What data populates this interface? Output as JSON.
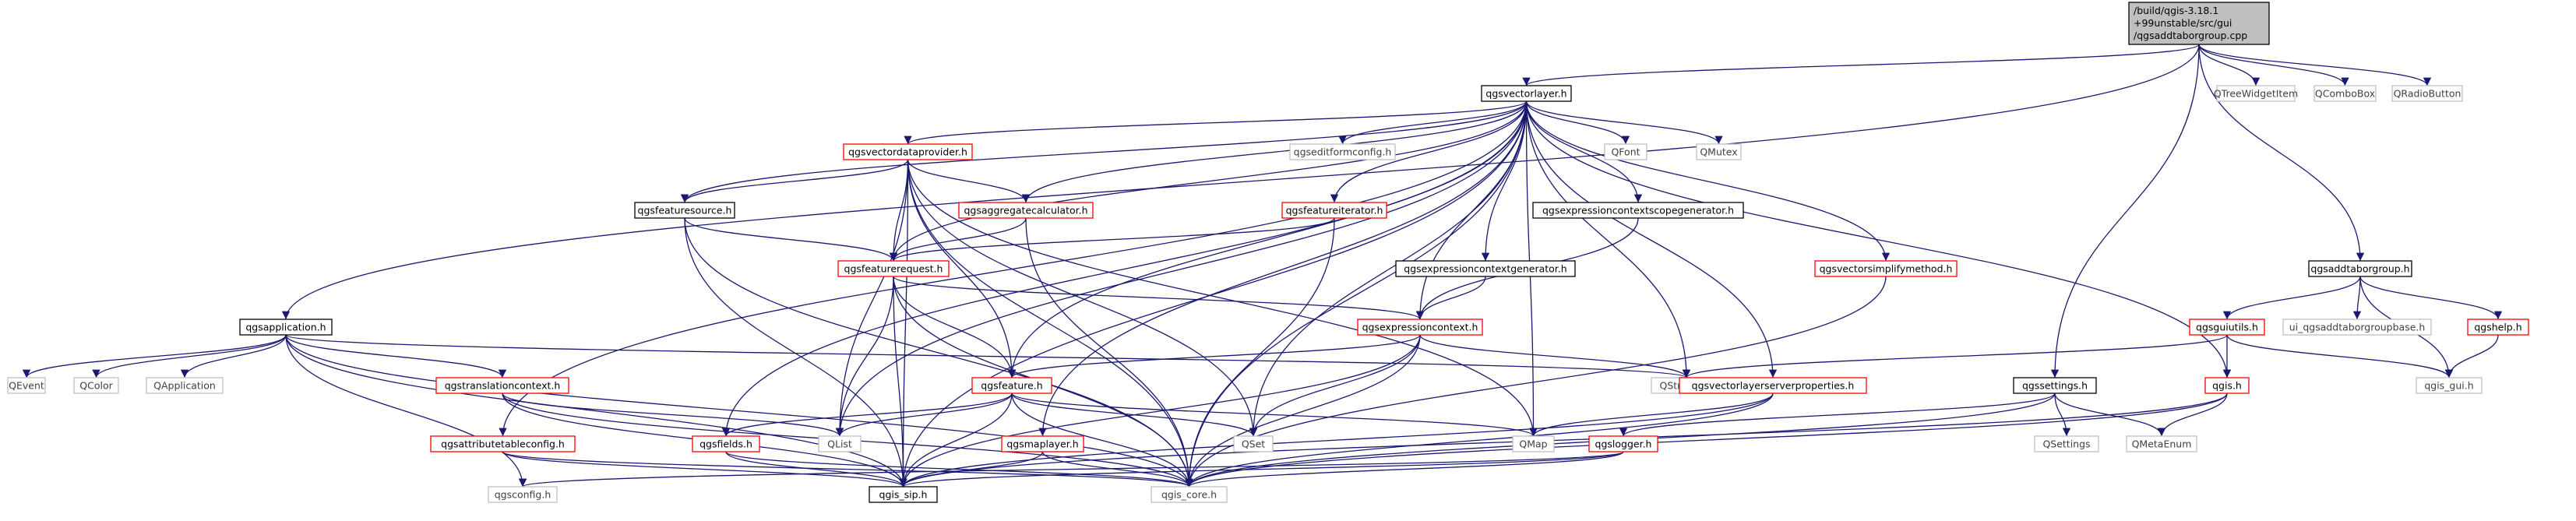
{
  "root": {
    "label_lines": [
      "/build/qgis-3.18.1",
      "+99unstable/src/gui",
      "/qgsaddtaborgroup.cpp"
    ]
  },
  "colors": {
    "edge": "#191970",
    "root_fill": "#bfbfbf",
    "node_fill": "#ffffff",
    "documented_border": "#000000",
    "undocumented_border": "#ff0000",
    "external_border": "#bfbfbf"
  },
  "nodes": [
    {
      "id": "root",
      "label": "",
      "kind": "root"
    },
    {
      "id": "qgsvectorlayer",
      "label": "qgsvectorlayer.h",
      "kind": "documented"
    },
    {
      "id": "qtreewidgetitem",
      "label": "QTreeWidgetItem",
      "kind": "external"
    },
    {
      "id": "qcombobox",
      "label": "QComboBox",
      "kind": "external"
    },
    {
      "id": "qradiobutton",
      "label": "QRadioButton",
      "kind": "external"
    },
    {
      "id": "qgsvectordataprovider",
      "label": "qgsvectordataprovider.h",
      "kind": "undocumented"
    },
    {
      "id": "qgseditformconfig",
      "label": "qgseditformconfig.h",
      "kind": "external"
    },
    {
      "id": "qfont",
      "label": "QFont",
      "kind": "external"
    },
    {
      "id": "qmutex",
      "label": "QMutex",
      "kind": "external"
    },
    {
      "id": "qgsfeaturesource",
      "label": "qgsfeaturesource.h",
      "kind": "documented"
    },
    {
      "id": "qgsaggregatecalculator",
      "label": "qgsaggregatecalculator.h",
      "kind": "undocumented"
    },
    {
      "id": "qgsfeatureiterator",
      "label": "qgsfeatureiterator.h",
      "kind": "undocumented"
    },
    {
      "id": "qgsexpressioncontextscopegenerator",
      "label": "qgsexpressioncontextscopegenerator.h",
      "kind": "documented"
    },
    {
      "id": "qgsfeaturerequest",
      "label": "qgsfeaturerequest.h",
      "kind": "undocumented"
    },
    {
      "id": "qgsexpressioncontextgenerator",
      "label": "qgsexpressioncontextgenerator.h",
      "kind": "documented"
    },
    {
      "id": "qgsvectorsimplifymethod",
      "label": "qgsvectorsimplifymethod.h",
      "kind": "undocumented"
    },
    {
      "id": "qgsaddtaborgroup",
      "label": "qgsaddtaborgroup.h",
      "kind": "documented"
    },
    {
      "id": "qgsapplication",
      "label": "qgsapplication.h",
      "kind": "documented"
    },
    {
      "id": "qgsexpressioncontext",
      "label": "qgsexpressioncontext.h",
      "kind": "undocumented"
    },
    {
      "id": "qgsguiutils",
      "label": "qgsguiutils.h",
      "kind": "undocumented"
    },
    {
      "id": "ui_qgsaddtaborgroupbase",
      "label": "ui_qgsaddtaborgroupbase.h",
      "kind": "external"
    },
    {
      "id": "qgshelp",
      "label": "qgshelp.h",
      "kind": "undocumented"
    },
    {
      "id": "qevent",
      "label": "QEvent",
      "kind": "external"
    },
    {
      "id": "qcolor",
      "label": "QColor",
      "kind": "external"
    },
    {
      "id": "qapplication",
      "label": "QApplication",
      "kind": "external"
    },
    {
      "id": "qgstranslationcontext",
      "label": "qgstranslationcontext.h",
      "kind": "undocumented"
    },
    {
      "id": "qgsfeature",
      "label": "qgsfeature.h",
      "kind": "undocumented"
    },
    {
      "id": "qstringlist",
      "label": "QStringList",
      "kind": "external"
    },
    {
      "id": "qgsvectorlayerserverproperties",
      "label": "qgsvectorlayerserverproperties.h",
      "kind": "undocumented"
    },
    {
      "id": "qgssettings",
      "label": "qgssettings.h",
      "kind": "documented"
    },
    {
      "id": "qgis",
      "label": "qgis.h",
      "kind": "undocumented"
    },
    {
      "id": "qgis_gui",
      "label": "qgis_gui.h",
      "kind": "external"
    },
    {
      "id": "qgsattributetableconfig",
      "label": "qgsattributetableconfig.h",
      "kind": "undocumented"
    },
    {
      "id": "qgsfields",
      "label": "qgsfields.h",
      "kind": "undocumented"
    },
    {
      "id": "qlist",
      "label": "QList",
      "kind": "external"
    },
    {
      "id": "qgsmaplayer",
      "label": "qgsmaplayer.h",
      "kind": "undocumented"
    },
    {
      "id": "qset",
      "label": "QSet",
      "kind": "external"
    },
    {
      "id": "qmap",
      "label": "QMap",
      "kind": "external"
    },
    {
      "id": "qgslogger",
      "label": "qgslogger.h",
      "kind": "undocumented"
    },
    {
      "id": "qsettings",
      "label": "QSettings",
      "kind": "external"
    },
    {
      "id": "qmetaenum",
      "label": "QMetaEnum",
      "kind": "external"
    },
    {
      "id": "qgsconfig",
      "label": "qgsconfig.h",
      "kind": "external"
    },
    {
      "id": "qgis_sip",
      "label": "qgis_sip.h",
      "kind": "documented"
    },
    {
      "id": "qgis_core",
      "label": "qgis_core.h",
      "kind": "external"
    }
  ],
  "edges": [
    [
      "root",
      "qgsvectorlayer"
    ],
    [
      "root",
      "qtreewidgetitem"
    ],
    [
      "root",
      "qcombobox"
    ],
    [
      "root",
      "qradiobutton"
    ],
    [
      "root",
      "qgsaddtaborgroup"
    ],
    [
      "root",
      "qgsapplication"
    ],
    [
      "root",
      "qgssettings"
    ],
    [
      "qgsvectorlayer",
      "qgsvectordataprovider"
    ],
    [
      "qgsvectorlayer",
      "qgseditformconfig"
    ],
    [
      "qgsvectorlayer",
      "qfont"
    ],
    [
      "qgsvectorlayer",
      "qmutex"
    ],
    [
      "qgsvectorlayer",
      "qgsfeaturesource"
    ],
    [
      "qgsvectorlayer",
      "qgsaggregatecalculator"
    ],
    [
      "qgsvectorlayer",
      "qgsfeatureiterator"
    ],
    [
      "qgsvectorlayer",
      "qgsexpressioncontextscopegenerator"
    ],
    [
      "qgsvectorlayer",
      "qgsfeaturerequest"
    ],
    [
      "qgsvectorlayer",
      "qgsexpressioncontextgenerator"
    ],
    [
      "qgsvectorlayer",
      "qgsvectorsimplifymethod"
    ],
    [
      "qgsvectorlayer",
      "qgsexpressioncontext"
    ],
    [
      "qgsvectorlayer",
      "qgsfeature"
    ],
    [
      "qgsvectorlayer",
      "qstringlist"
    ],
    [
      "qgsvectorlayer",
      "qgsvectorlayerserverproperties"
    ],
    [
      "qgsvectorlayer",
      "qgis"
    ],
    [
      "qgsvectorlayer",
      "qgsattributetableconfig"
    ],
    [
      "qgsvectorlayer",
      "qgsfields"
    ],
    [
      "qgsvectorlayer",
      "qlist"
    ],
    [
      "qgsvectorlayer",
      "qgsmaplayer"
    ],
    [
      "qgsvectorlayer",
      "qset"
    ],
    [
      "qgsvectorlayer",
      "qmap"
    ],
    [
      "qgsvectorlayer",
      "qgis_sip"
    ],
    [
      "qgsvectorlayer",
      "qgis_core"
    ],
    [
      "qgsvectordataprovider",
      "qgsfeaturesource"
    ],
    [
      "qgsvectordataprovider",
      "qgsaggregatecalculator"
    ],
    [
      "qgsvectordataprovider",
      "qgsfeaturerequest"
    ],
    [
      "qgsvectordataprovider",
      "qgsfeature"
    ],
    [
      "qgsvectordataprovider",
      "qlist"
    ],
    [
      "qgsvectordataprovider",
      "qset"
    ],
    [
      "qgsvectordataprovider",
      "qmap"
    ],
    [
      "qgsvectordataprovider",
      "qgis_sip"
    ],
    [
      "qgsvectordataprovider",
      "qgis_core"
    ],
    [
      "qgsfeaturesource",
      "qgsfeaturerequest"
    ],
    [
      "qgsfeaturesource",
      "qgis_sip"
    ],
    [
      "qgsfeaturesource",
      "qgis_core"
    ],
    [
      "qgsaggregatecalculator",
      "qgsfeaturerequest"
    ],
    [
      "qgsaggregatecalculator",
      "qgis_core"
    ],
    [
      "qgsfeatureiterator",
      "qgsfeaturerequest"
    ],
    [
      "qgsfeatureiterator",
      "qgis_core"
    ],
    [
      "qgsexpressioncontextscopegenerator",
      "qgsexpressioncontext"
    ],
    [
      "qgsfeaturerequest",
      "qgsexpressioncontext"
    ],
    [
      "qgsfeaturerequest",
      "qgsfeature"
    ],
    [
      "qgsfeaturerequest",
      "qlist"
    ],
    [
      "qgsfeaturerequest",
      "qgis_sip"
    ],
    [
      "qgsfeaturerequest",
      "qgis_core"
    ],
    [
      "qgsexpressioncontextgenerator",
      "qgsexpressioncontext"
    ],
    [
      "qgsvectorsimplifymethod",
      "qgis_core"
    ],
    [
      "qgsaddtaborgroup",
      "qgsguiutils"
    ],
    [
      "qgsaddtaborgroup",
      "ui_qgsaddtaborgroupbase"
    ],
    [
      "qgsaddtaborgroup",
      "qgshelp"
    ],
    [
      "qgsaddtaborgroup",
      "qgis_gui"
    ],
    [
      "qgsapplication",
      "qevent"
    ],
    [
      "qgsapplication",
      "qcolor"
    ],
    [
      "qgsapplication",
      "qapplication"
    ],
    [
      "qgsapplication",
      "qgstranslationcontext"
    ],
    [
      "qgsapplication",
      "qstringlist"
    ],
    [
      "qgsapplication",
      "qgsconfig"
    ],
    [
      "qgsapplication",
      "qgis_sip"
    ],
    [
      "qgsapplication",
      "qgis_core"
    ],
    [
      "qgsexpressioncontext",
      "qgsfeature"
    ],
    [
      "qgsexpressioncontext",
      "qstringlist"
    ],
    [
      "qgsexpressioncontext",
      "qset"
    ],
    [
      "qgsexpressioncontext",
      "qgis_sip"
    ],
    [
      "qgsexpressioncontext",
      "qgis_core"
    ],
    [
      "qgsguiutils",
      "qgis"
    ],
    [
      "qgsguiutils",
      "qstringlist"
    ],
    [
      "qgsguiutils",
      "qgis_gui"
    ],
    [
      "qgshelp",
      "qgis_gui"
    ],
    [
      "qgstranslationcontext",
      "qlist"
    ],
    [
      "qgstranslationcontext",
      "qgis_sip"
    ],
    [
      "qgstranslationcontext",
      "qgis_core"
    ],
    [
      "qgsfeature",
      "qgsfields"
    ],
    [
      "qgsfeature",
      "qlist"
    ],
    [
      "qgsfeature",
      "qset"
    ],
    [
      "qgsfeature",
      "qmap"
    ],
    [
      "qgsfeature",
      "qgis_sip"
    ],
    [
      "qgsfeature",
      "qgis_core"
    ],
    [
      "qgsvectorlayerserverproperties",
      "qmap"
    ],
    [
      "qgsvectorlayerserverproperties",
      "qgis_sip"
    ],
    [
      "qgsvectorlayerserverproperties",
      "qgis_core"
    ],
    [
      "qgssettings",
      "qgslogger"
    ],
    [
      "qgssettings",
      "qsettings"
    ],
    [
      "qgssettings",
      "qmetaenum"
    ],
    [
      "qgssettings",
      "qgis_core"
    ],
    [
      "qgis",
      "qmetaenum"
    ],
    [
      "qgis",
      "qgis_sip"
    ],
    [
      "qgis",
      "qgis_core"
    ],
    [
      "qgsattributetableconfig",
      "qgis_sip"
    ],
    [
      "qgsattributetableconfig",
      "qgis_core"
    ],
    [
      "qgsfields",
      "qgis_sip"
    ],
    [
      "qgsfields",
      "qgis_core"
    ],
    [
      "qgsmaplayer",
      "qgis_sip"
    ],
    [
      "qgsmaplayer",
      "qgis_core"
    ],
    [
      "qgslogger",
      "qgsconfig"
    ],
    [
      "qgslogger",
      "qgis_sip"
    ],
    [
      "qgslogger",
      "qgis_core"
    ]
  ]
}
